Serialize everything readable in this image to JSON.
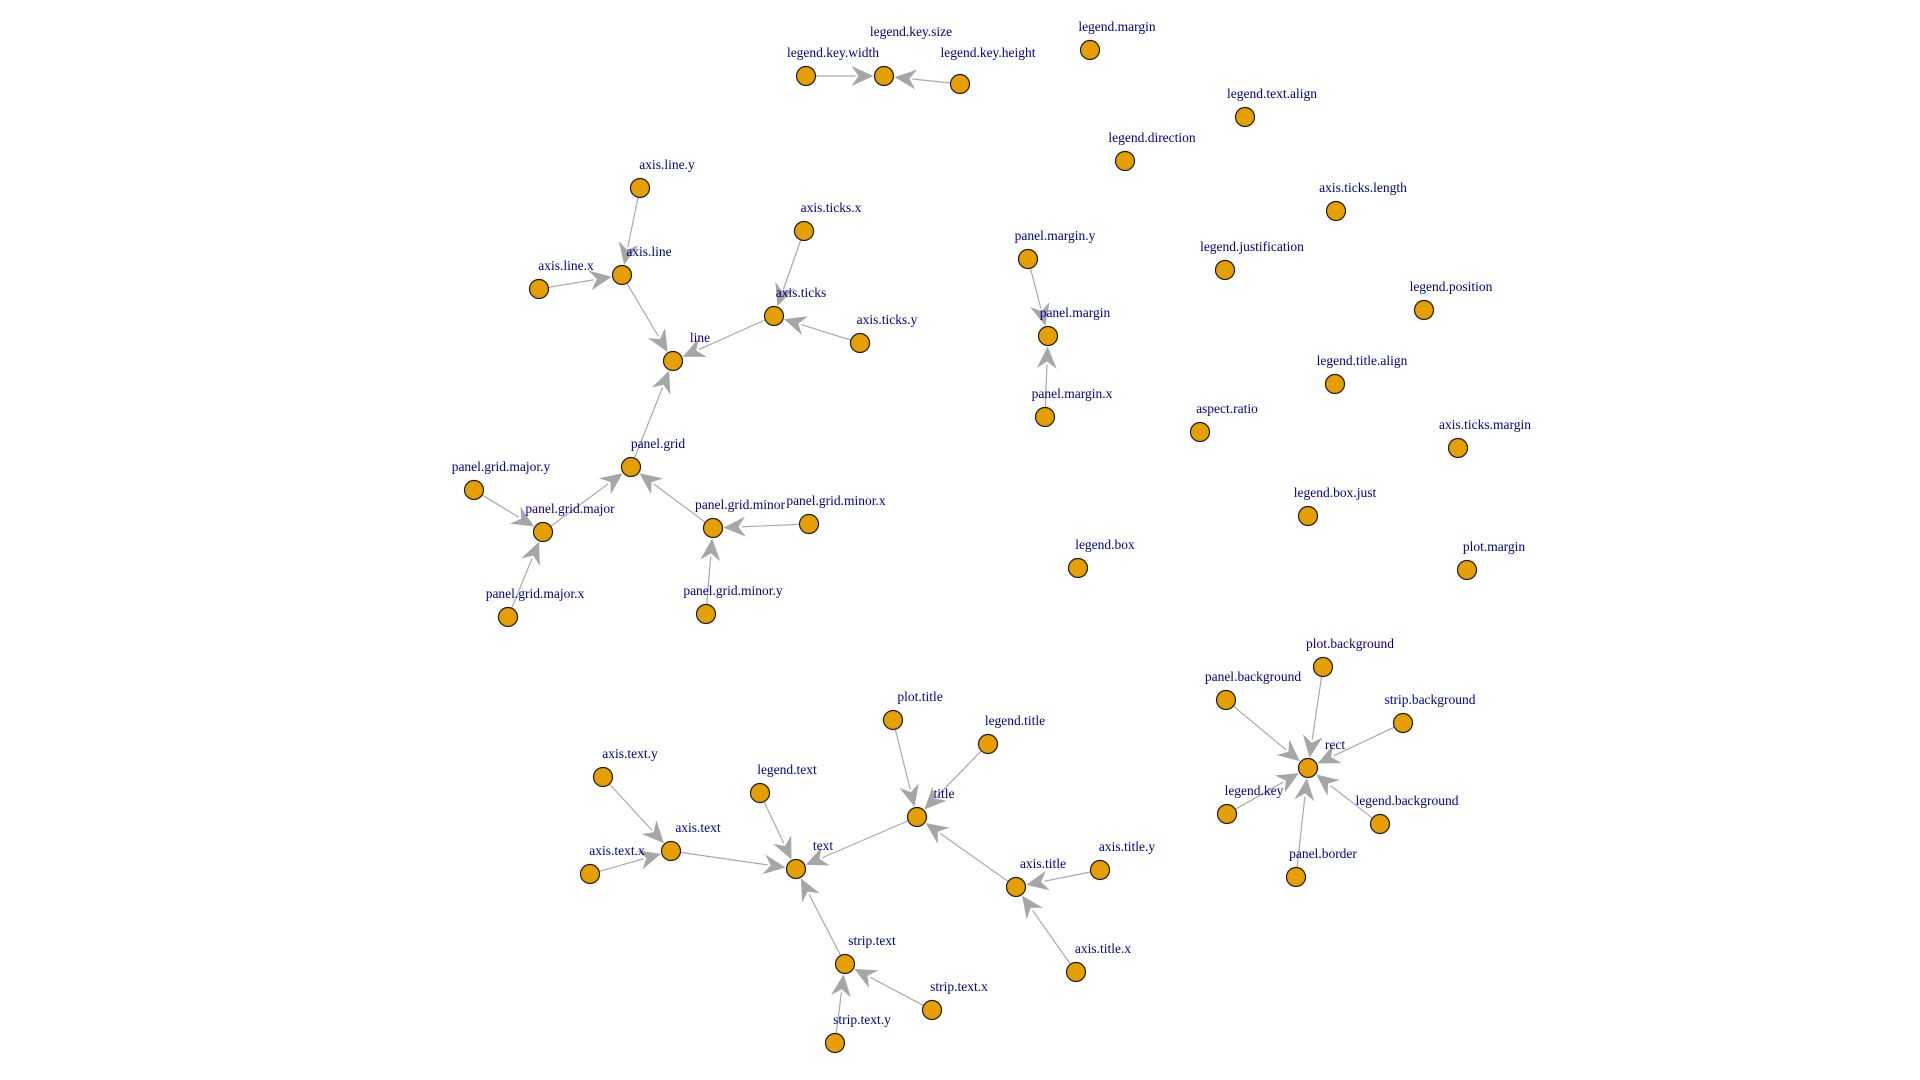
{
  "colors": {
    "node_fill": "#e69f00",
    "node_stroke": "#1a1a1a",
    "edge": "#aaaaaa",
    "arrow": "#a6a6a6",
    "label": "#00008b",
    "background": "#ffffff"
  },
  "nodes": [
    {
      "id": "legend.key.width",
      "label": "legend.key.width"
    },
    {
      "id": "legend.key.size",
      "label": "legend.key.size"
    },
    {
      "id": "legend.key.height",
      "label": "legend.key.height"
    },
    {
      "id": "legend.margin",
      "label": "legend.margin"
    },
    {
      "id": "legend.text.align",
      "label": "legend.text.align"
    },
    {
      "id": "legend.direction",
      "label": "legend.direction"
    },
    {
      "id": "axis.ticks.length",
      "label": "axis.ticks.length"
    },
    {
      "id": "legend.justification",
      "label": "legend.justification"
    },
    {
      "id": "legend.position",
      "label": "legend.position"
    },
    {
      "id": "legend.title.align",
      "label": "legend.title.align"
    },
    {
      "id": "aspect.ratio",
      "label": "aspect.ratio"
    },
    {
      "id": "axis.ticks.margin",
      "label": "axis.ticks.margin"
    },
    {
      "id": "legend.box.just",
      "label": "legend.box.just"
    },
    {
      "id": "legend.box",
      "label": "legend.box"
    },
    {
      "id": "plot.margin",
      "label": "plot.margin"
    },
    {
      "id": "panel.margin.y",
      "label": "panel.margin.y"
    },
    {
      "id": "panel.margin",
      "label": "panel.margin"
    },
    {
      "id": "panel.margin.x",
      "label": "panel.margin.x"
    },
    {
      "id": "axis.line.y",
      "label": "axis.line.y"
    },
    {
      "id": "axis.line",
      "label": "axis.line"
    },
    {
      "id": "axis.line.x",
      "label": "axis.line.x"
    },
    {
      "id": "axis.ticks.x",
      "label": "axis.ticks.x"
    },
    {
      "id": "axis.ticks",
      "label": "axis.ticks"
    },
    {
      "id": "axis.ticks.y",
      "label": "axis.ticks.y"
    },
    {
      "id": "line",
      "label": "line"
    },
    {
      "id": "panel.grid",
      "label": "panel.grid"
    },
    {
      "id": "panel.grid.major.y",
      "label": "panel.grid.major.y"
    },
    {
      "id": "panel.grid.major",
      "label": "panel.grid.major"
    },
    {
      "id": "panel.grid.major.x",
      "label": "panel.grid.major.x"
    },
    {
      "id": "panel.grid.minor",
      "label": "panel.grid.minor"
    },
    {
      "id": "panel.grid.minor.x",
      "label": "panel.grid.minor.x"
    },
    {
      "id": "panel.grid.minor.y",
      "label": "panel.grid.minor.y"
    },
    {
      "id": "plot.background",
      "label": "plot.background"
    },
    {
      "id": "panel.background",
      "label": "panel.background"
    },
    {
      "id": "strip.background",
      "label": "strip.background"
    },
    {
      "id": "rect",
      "label": "rect"
    },
    {
      "id": "legend.key",
      "label": "legend.key"
    },
    {
      "id": "legend.background",
      "label": "legend.background"
    },
    {
      "id": "panel.border",
      "label": "panel.border"
    },
    {
      "id": "plot.title",
      "label": "plot.title"
    },
    {
      "id": "legend.title",
      "label": "legend.title"
    },
    {
      "id": "axis.text.y",
      "label": "axis.text.y"
    },
    {
      "id": "legend.text",
      "label": "legend.text"
    },
    {
      "id": "title",
      "label": "title"
    },
    {
      "id": "axis.text",
      "label": "axis.text"
    },
    {
      "id": "axis.text.x",
      "label": "axis.text.x"
    },
    {
      "id": "text",
      "label": "text"
    },
    {
      "id": "axis.title",
      "label": "axis.title"
    },
    {
      "id": "axis.title.y",
      "label": "axis.title.y"
    },
    {
      "id": "axis.title.x",
      "label": "axis.title.x"
    },
    {
      "id": "strip.text",
      "label": "strip.text"
    },
    {
      "id": "strip.text.x",
      "label": "strip.text.x"
    },
    {
      "id": "strip.text.y",
      "label": "strip.text.y"
    }
  ],
  "edges": [
    {
      "from": "legend.key.width",
      "to": "legend.key.size"
    },
    {
      "from": "legend.key.height",
      "to": "legend.key.size"
    },
    {
      "from": "panel.margin.y",
      "to": "panel.margin"
    },
    {
      "from": "panel.margin.x",
      "to": "panel.margin"
    },
    {
      "from": "axis.line.y",
      "to": "axis.line"
    },
    {
      "from": "axis.line.x",
      "to": "axis.line"
    },
    {
      "from": "axis.line",
      "to": "line"
    },
    {
      "from": "axis.ticks.x",
      "to": "axis.ticks"
    },
    {
      "from": "axis.ticks.y",
      "to": "axis.ticks"
    },
    {
      "from": "axis.ticks",
      "to": "line"
    },
    {
      "from": "panel.grid",
      "to": "line"
    },
    {
      "from": "panel.grid.major",
      "to": "panel.grid"
    },
    {
      "from": "panel.grid.minor",
      "to": "panel.grid"
    },
    {
      "from": "panel.grid.major.y",
      "to": "panel.grid.major"
    },
    {
      "from": "panel.grid.major.x",
      "to": "panel.grid.major"
    },
    {
      "from": "panel.grid.minor.x",
      "to": "panel.grid.minor"
    },
    {
      "from": "panel.grid.minor.y",
      "to": "panel.grid.minor"
    },
    {
      "from": "plot.background",
      "to": "rect"
    },
    {
      "from": "panel.background",
      "to": "rect"
    },
    {
      "from": "strip.background",
      "to": "rect"
    },
    {
      "from": "legend.key",
      "to": "rect"
    },
    {
      "from": "legend.background",
      "to": "rect"
    },
    {
      "from": "panel.border",
      "to": "rect"
    },
    {
      "from": "plot.title",
      "to": "title"
    },
    {
      "from": "legend.title",
      "to": "title"
    },
    {
      "from": "axis.title",
      "to": "title"
    },
    {
      "from": "axis.title.y",
      "to": "axis.title"
    },
    {
      "from": "axis.title.x",
      "to": "axis.title"
    },
    {
      "from": "title",
      "to": "text"
    },
    {
      "from": "legend.text",
      "to": "text"
    },
    {
      "from": "axis.text",
      "to": "text"
    },
    {
      "from": "axis.text.y",
      "to": "axis.text"
    },
    {
      "from": "axis.text.x",
      "to": "axis.text"
    },
    {
      "from": "strip.text",
      "to": "text"
    },
    {
      "from": "strip.text.x",
      "to": "strip.text"
    },
    {
      "from": "strip.text.y",
      "to": "strip.text"
    }
  ]
}
